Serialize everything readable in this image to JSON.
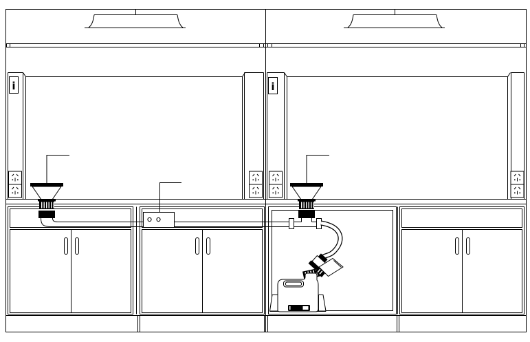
{
  "drawing": {
    "description": "Two-bay laboratory bench elevation with drain funnels piped to a safety waste-collection canister",
    "background": "#ffffff",
    "line_color": "#000000",
    "bays": [
      {
        "name": "left-bay",
        "info_panel_label": "i",
        "socket_count": 4,
        "fixtures": [
          "exhaust-cowl",
          "info-panel",
          "power-sockets",
          "faucet-line",
          "drain-funnel",
          "drain-elbow",
          "drain-pipe"
        ],
        "cabinets": [
          {
            "kind": "two-door",
            "handles": 2
          },
          {
            "kind": "two-door",
            "handles": 2,
            "control_box": {
              "indicator_count": 2
            }
          }
        ]
      },
      {
        "name": "right-bay",
        "info_panel_label": "i",
        "socket_count": 4,
        "fixtures": [
          "exhaust-cowl",
          "info-panel",
          "power-sockets",
          "faucet-line",
          "drain-funnel",
          "tee-fitting"
        ],
        "cabinets": [
          {
            "kind": "open",
            "contents": [
              "tee-fitting",
              "flex-hose",
              "safety-coupling",
              "knurled-nut",
              "waste-canister",
              "canister-label",
              "spill-tray",
              "spare-funnel-cup"
            ]
          },
          {
            "kind": "two-door",
            "handles": 2
          }
        ]
      }
    ]
  }
}
